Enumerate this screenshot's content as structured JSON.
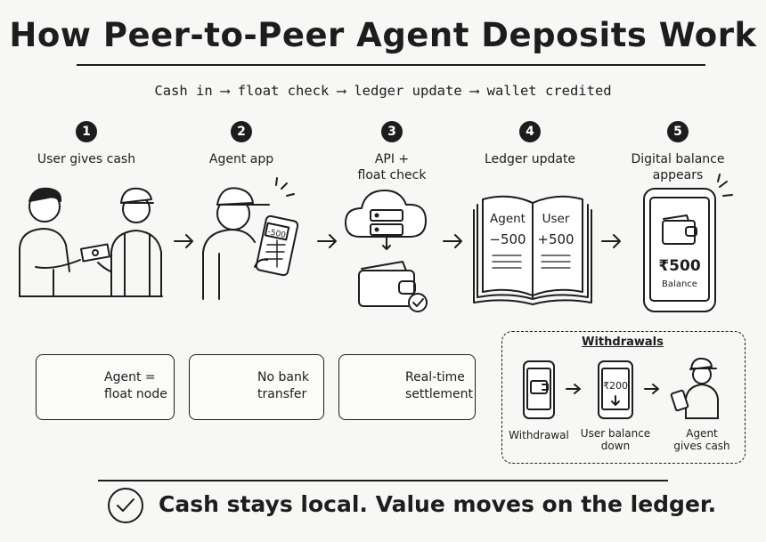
{
  "title": "How Peer-to-Peer Agent Deposits Work",
  "subtitle": "Cash in ⟶ float check ⟶ ledger update ⟶ wallet credited",
  "steps": [
    {
      "number": "1",
      "label": "User gives cash",
      "icon": "cash-handover-icon"
    },
    {
      "number": "2",
      "label": "Agent app",
      "icon": "agent-phone-icon"
    },
    {
      "number": "3",
      "label": "API +\nfloat check",
      "icon": "cloud-server-icon"
    },
    {
      "number": "4",
      "label": "Ledger update",
      "icon": "ledger-book-icon"
    },
    {
      "number": "5",
      "label": "Digital balance\nappears",
      "icon": "wallet-phone-icon"
    }
  ],
  "phone_screen_value": "-500",
  "ledger": {
    "left_header": "Agent",
    "left_value": "−500",
    "right_header": "User",
    "right_value": "+500"
  },
  "wallet_phone": {
    "amount": "₹500",
    "caption": "Balance"
  },
  "features": [
    {
      "label": "Agent =\nfloat node",
      "icon": "network-node-icon"
    },
    {
      "label": "No bank\ntransfer",
      "icon": "no-bank-icon"
    },
    {
      "label": "Real-time\nsettlement",
      "icon": "clock-icon"
    }
  ],
  "withdrawals": {
    "title": "Withdrawals",
    "screen_value": "₹200",
    "items": [
      {
        "label": "Withdrawal"
      },
      {
        "label": "User balance\ndown"
      },
      {
        "label": "Agent\ngives cash"
      }
    ]
  },
  "tagline": "Cash stays local. Value moves on the ledger."
}
